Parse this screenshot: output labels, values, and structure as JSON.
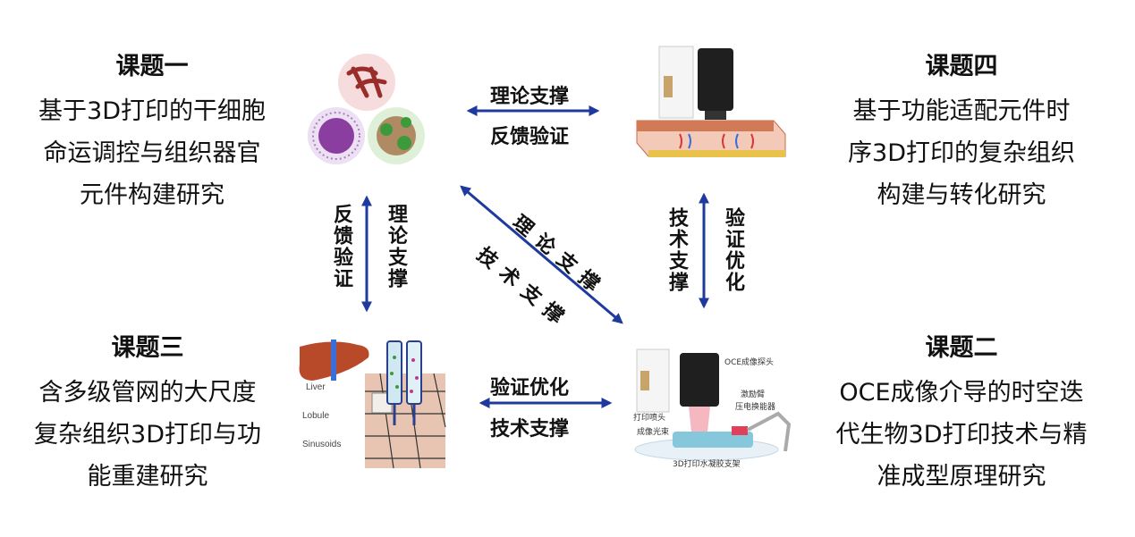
{
  "topics": {
    "topic1": {
      "title": "课题一",
      "lines": [
        "基于3D打印的干细胞",
        "命运调控与组织器官",
        "元件构建研究"
      ]
    },
    "topic2": {
      "title": "课题二",
      "lines": [
        "OCE成像介导的时空迭",
        "代生物3D打印技术与精",
        "准成型原理研究"
      ]
    },
    "topic3": {
      "title": "课题三",
      "lines": [
        "含多级管网的大尺度",
        "复杂组织3D打印与功",
        "能重建研究"
      ]
    },
    "topic4": {
      "title": "课题四",
      "lines": [
        "基于功能适配元件时",
        "序3D打印的复杂组织",
        "构建与转化研究"
      ]
    }
  },
  "links": {
    "top": {
      "above": "理论支撑",
      "below": "反馈验证"
    },
    "bottom": {
      "above": "验证优化",
      "below": "技术支撑"
    },
    "left": {
      "outer": "反馈验证",
      "inner": "理论支撑"
    },
    "right": {
      "outer": "验证优化",
      "inner": "技术支撑"
    },
    "diagonal": {
      "upper": "理论支撑",
      "lower": "技术支撑"
    }
  },
  "figures": {
    "topic3": {
      "labels": [
        "Liver",
        "Lobule",
        "Sinusoids"
      ]
    },
    "topic2": {
      "labels": [
        "OCE成像探头",
        "激励臂",
        "压电换能器",
        "打印喷头",
        "成像光束",
        "3D打印水凝胶支架"
      ]
    }
  },
  "colors": {
    "arrow": "#1f3a9e",
    "text": "#111111"
  }
}
